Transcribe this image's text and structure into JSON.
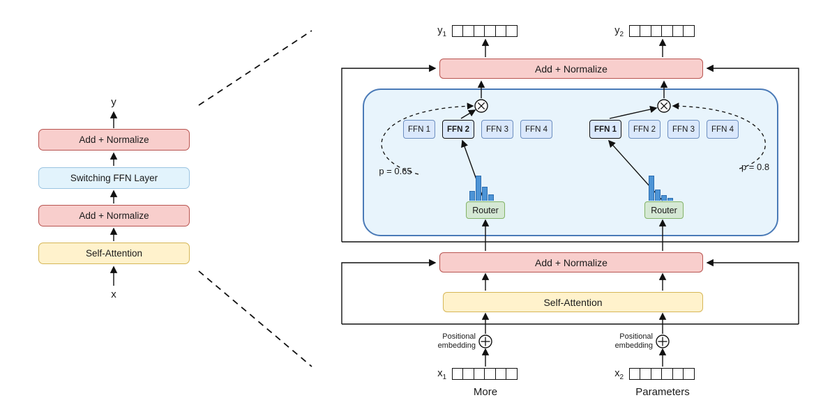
{
  "left_stack": {
    "output_label": "y",
    "input_label": "x",
    "layers": [
      {
        "label": "Add + Normalize",
        "kind": "addnorm"
      },
      {
        "label": "Switching FFN Layer",
        "kind": "switch"
      },
      {
        "label": "Add + Normalize",
        "kind": "addnorm"
      },
      {
        "label": "Self-Attention",
        "kind": "attention"
      }
    ]
  },
  "detail": {
    "add_normalize_top": "Add + Normalize",
    "add_normalize_mid": "Add + Normalize",
    "self_attention": "Self-Attention",
    "router_label": "Router",
    "token_cells": 6,
    "outputs": [
      {
        "base": "y",
        "sub": "1"
      },
      {
        "base": "y",
        "sub": "2"
      }
    ],
    "inputs": [
      {
        "base": "x",
        "sub": "1",
        "caption": "More"
      },
      {
        "base": "x",
        "sub": "2",
        "caption": "Parameters"
      }
    ],
    "positional_embedding": {
      "line1": "Positional",
      "line2": "embedding"
    },
    "experts": {
      "left": {
        "items": [
          "FFN 1",
          "FFN 2",
          "FFN 3",
          "FFN 4"
        ],
        "selected_index": 1,
        "probability": "p = 0.65",
        "histogram": [
          0.38,
          1,
          0.56,
          0.24
        ]
      },
      "right": {
        "items": [
          "FFN 1",
          "FFN 2",
          "FFN 3",
          "FFN 4"
        ],
        "selected_index": 0,
        "probability": "p = 0.8",
        "histogram": [
          1,
          0.44,
          0.22,
          0.1
        ]
      }
    }
  },
  "colors": {
    "addnorm_fill": "#f8cecc",
    "addnorm_stroke": "#b85450",
    "attention_fill": "#fff2cc",
    "attention_stroke": "#d6b656",
    "expert_fill": "#dae8fc",
    "expert_stroke": "#6c8ebf",
    "switch_fill": "#e2f3fc",
    "switch_stroke": "#9bc4e1",
    "container_fill": "#e8f4fc",
    "container_stroke": "#4a7ab7",
    "router_fill": "#d5e8d4",
    "router_stroke": "#82b366",
    "histogram_fill": "#4d94d6",
    "histogram_stroke": "#2b6cb0"
  }
}
